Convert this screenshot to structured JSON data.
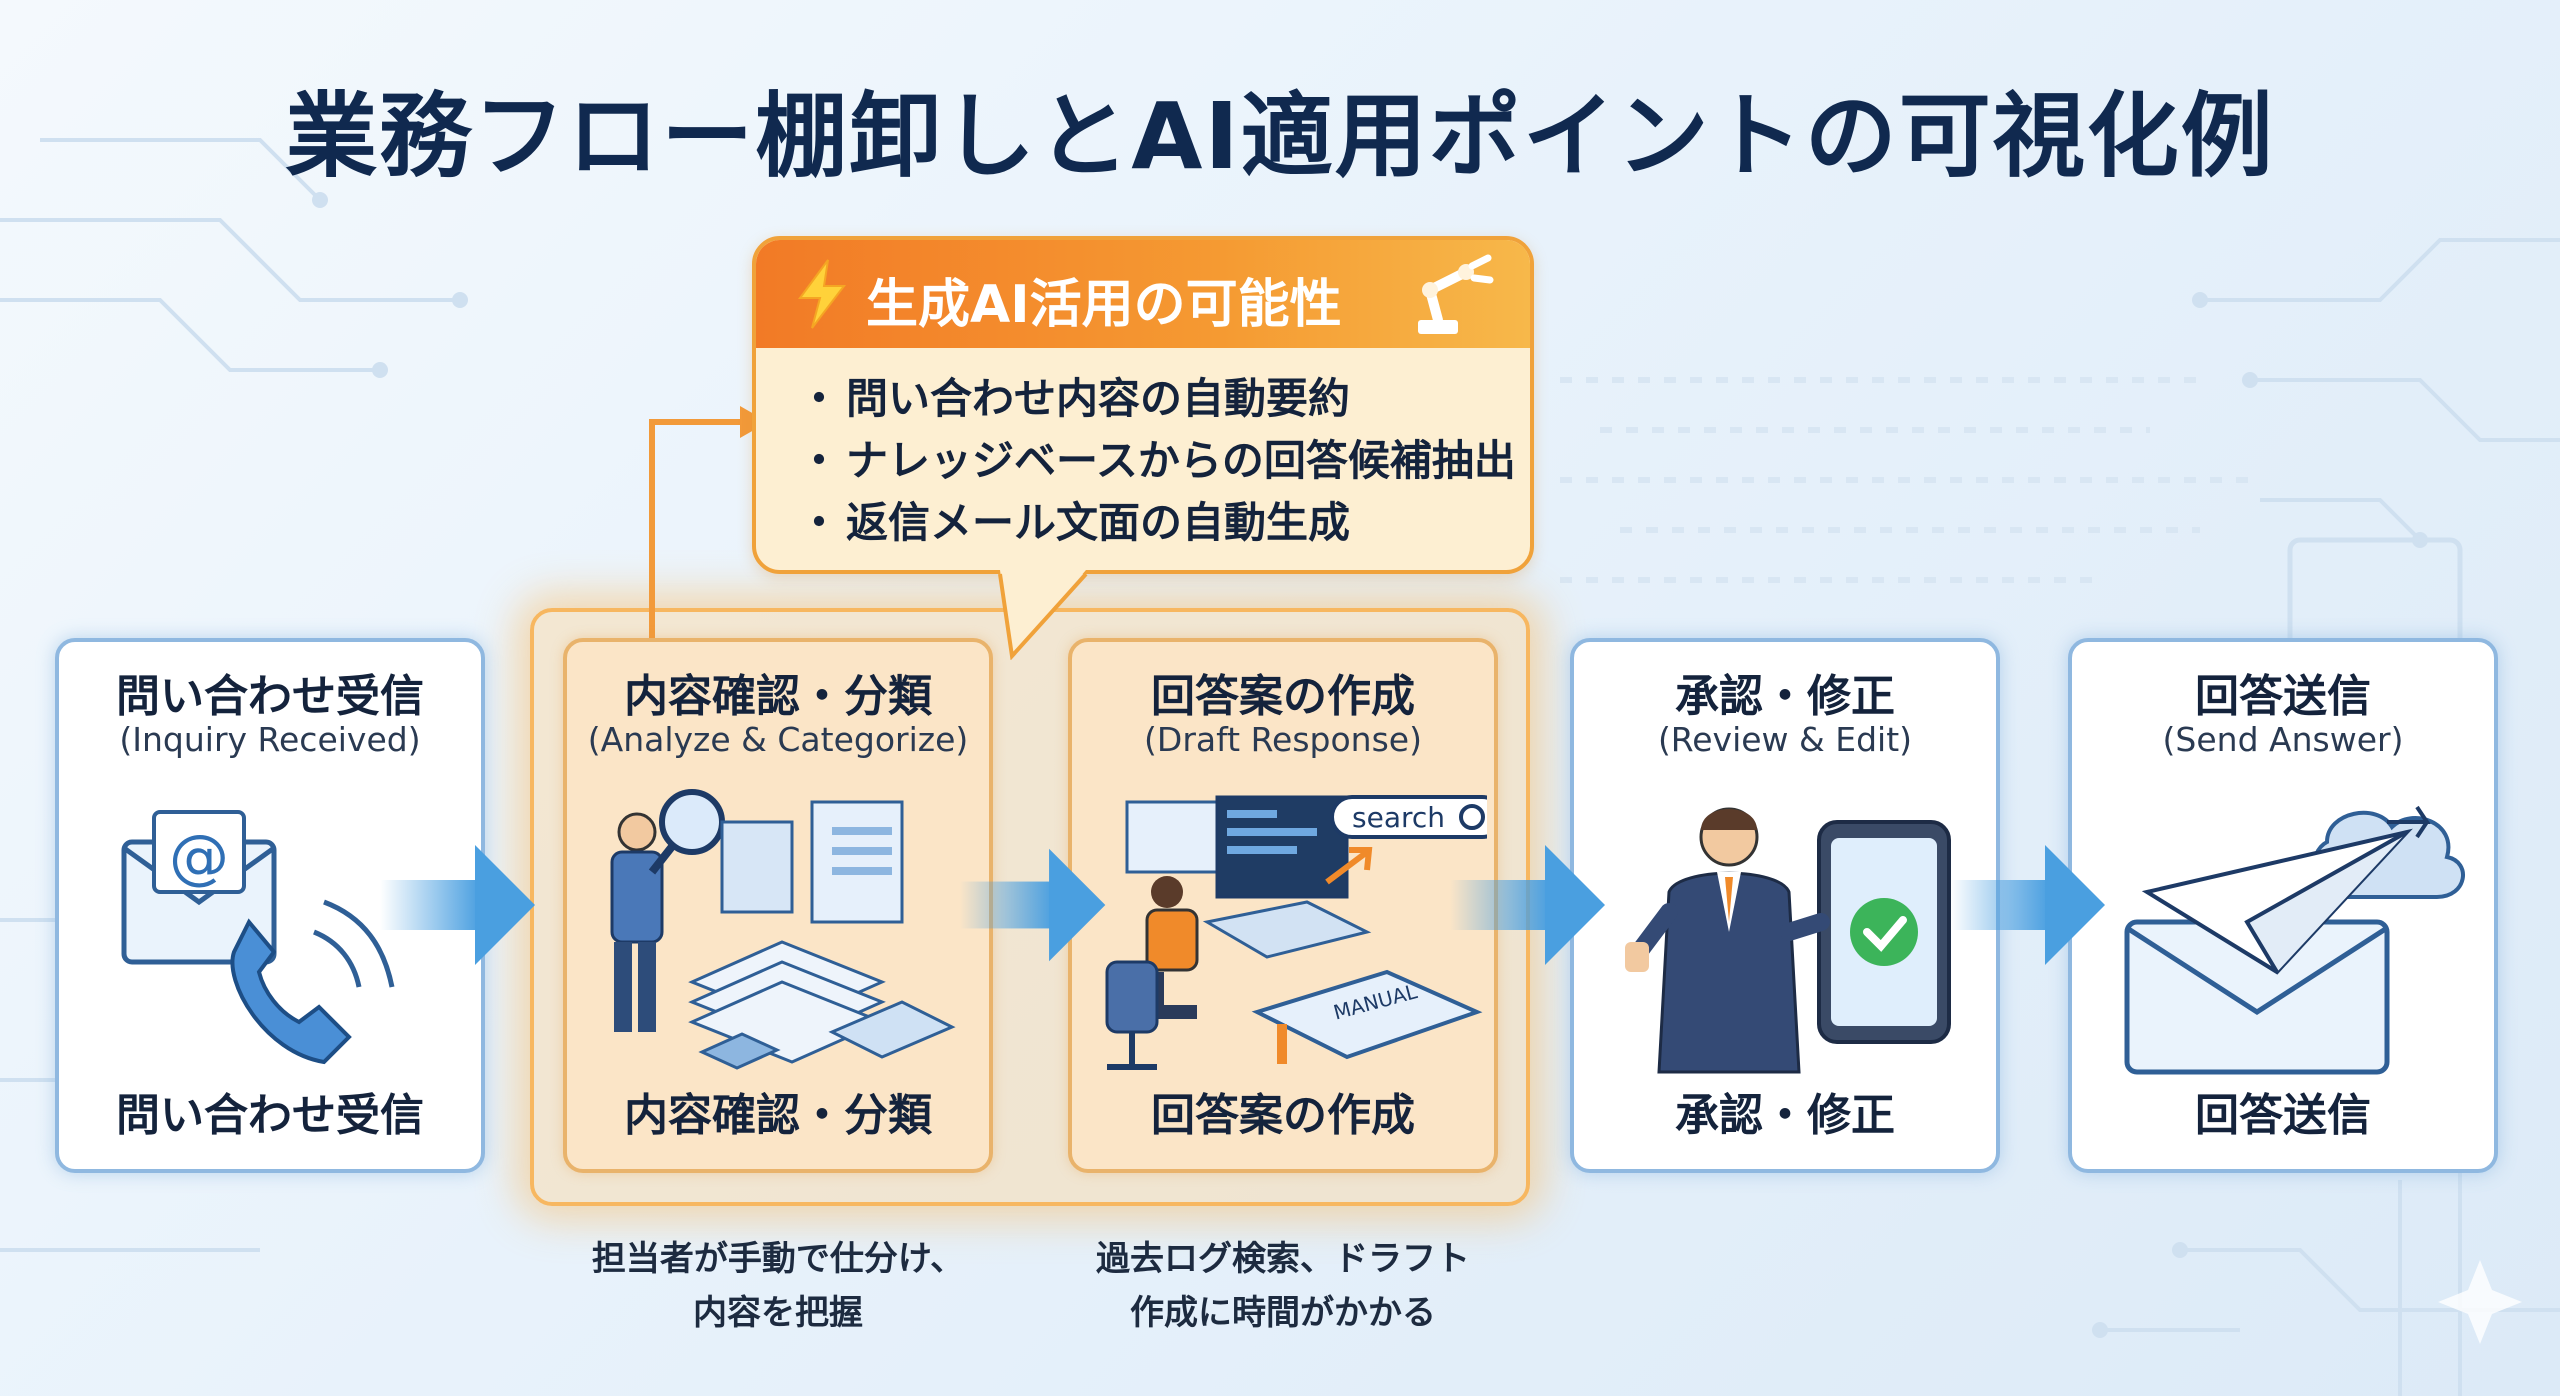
{
  "title": "業務フロー棚卸しとAI適用ポイントの可視化例",
  "callout": {
    "title": "生成AI活用の可能性",
    "icon": "lightning-icon",
    "robot_icon": "robot-arm-icon",
    "items": [
      "問い合わせ内容の自動要約",
      "ナレッジベースからの回答候補抽出",
      "返信メール文面の自動生成"
    ]
  },
  "steps": [
    {
      "title": "問い合わせ受信",
      "subtitle": "(Inquiry Received)",
      "footer": "問い合わせ受信",
      "highlighted": false,
      "icon": "email-phone-icon"
    },
    {
      "title": "内容確認・分類",
      "subtitle": "(Analyze & Categorize)",
      "footer": "内容確認・分類",
      "highlighted": true,
      "icon": "magnifier-documents-icon"
    },
    {
      "title": "回答案の作成",
      "subtitle": "(Draft Response)",
      "footer": "回答案の作成",
      "highlighted": true,
      "icon": "computer-worker-icon",
      "search_label": "search",
      "manual_label": "MANUAL"
    },
    {
      "title": "承認・修正",
      "subtitle": "(Review & Edit)",
      "footer": "承認・修正",
      "highlighted": false,
      "icon": "approver-tablet-icon"
    },
    {
      "title": "回答送信",
      "subtitle": "(Send Answer)",
      "footer": "回答送信",
      "highlighted": false,
      "icon": "paper-plane-cloud-icon"
    }
  ],
  "captions": [
    {
      "line1": "担当者が手動で仕分け、",
      "line2": "内容を把握"
    },
    {
      "line1": "過去ログ検索、ドラフト",
      "line2": "作成に時間がかかる"
    }
  ],
  "colors": {
    "title": "#10294f",
    "card_border": "#8fb8e0",
    "highlight": "#f7b760",
    "callout_header": "#f27a26",
    "arrow": "#4a9fe0"
  }
}
